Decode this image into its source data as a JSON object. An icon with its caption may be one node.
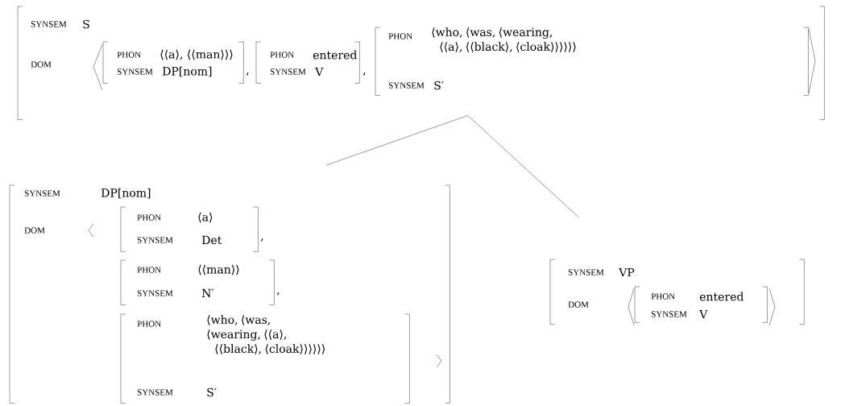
{
  "diagram": {
    "nodes": [
      {
        "text": [
          "SYNSEM",
          "S",
          "DOM"
        ]
      },
      {
        "text": [
          "PHON",
          "⟨⟨a⟩, ⟨⟨man⟩⟩⟩",
          "SYNSEM",
          "DP[nom]"
        ],
        "in": 0
      },
      {
        "text": [
          "PHON",
          "entered",
          "SYNSEM",
          "V"
        ],
        "in": 0
      },
      {
        "text": [
          "PHON",
          "⟨who, ⟨was, ⟨wearing, ⟨⟨a⟩, ⟨⟨black⟩, ⟨cloak⟩⟩⟩⟩⟩⟩",
          "SYNSEM",
          "S′"
        ],
        "in": 0
      },
      {
        "text": [
          "SYNSEM",
          "DP[nom]",
          "DOM"
        ]
      },
      {
        "text": [
          "PHON",
          "⟨a⟩",
          "SYNSEM",
          "Det"
        ],
        "in": 4
      },
      {
        "text": [
          "PHON",
          "⟨⟨man⟩⟩",
          "SYNSEM",
          "N′"
        ],
        "in": 4
      },
      {
        "text": [
          "PHON",
          "⟨who, ⟨was, ⟨wearing, ⟨⟨a⟩, ⟨⟨black⟩, ⟨cloak⟩⟩⟩⟩⟩⟩",
          "SYNSEM",
          "S′"
        ],
        "in": 4
      },
      {
        "text": [
          "SYNSEM",
          "VP",
          "DOM"
        ]
      },
      {
        "text": [
          "PHON",
          "entered",
          "SYNSEM",
          "V"
        ],
        "in": 8
      }
    ],
    "edges": [
      {
        "from": 0,
        "to": 4,
        "arrow": "none"
      },
      {
        "from": 0,
        "to": 8,
        "arrow": "none"
      }
    ],
    "labels": [
      ",",
      ",",
      ",",
      ","
    ]
  }
}
